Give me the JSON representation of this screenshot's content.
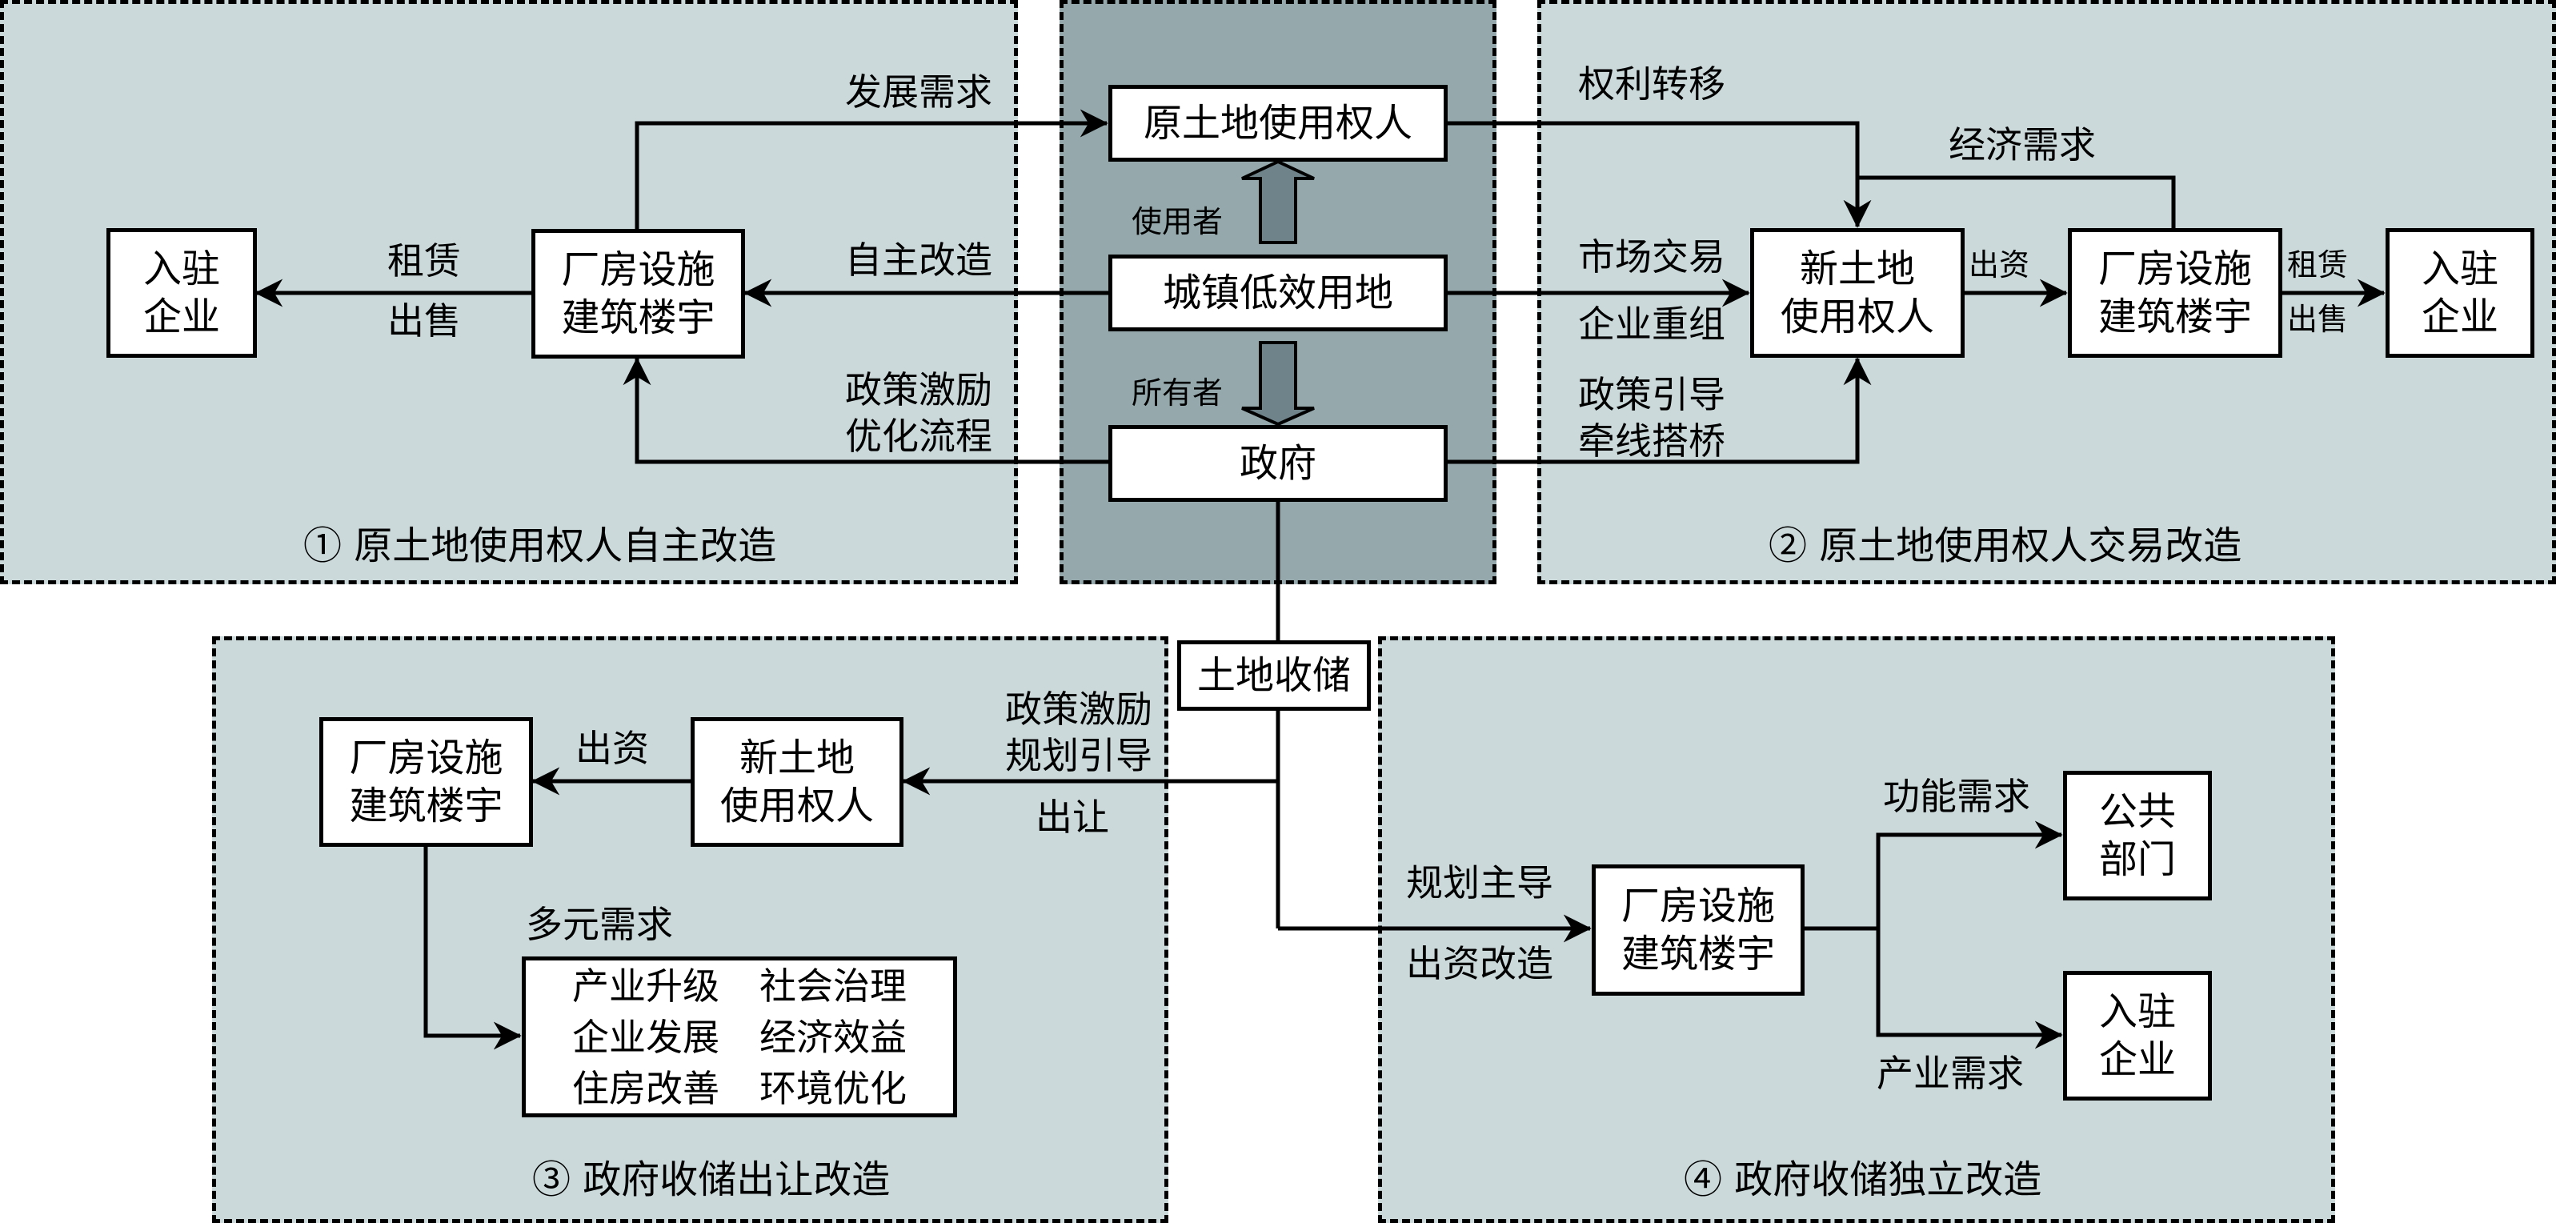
{
  "colors": {
    "panel_light": "#cbd9da",
    "panel_dark": "#95a9ad",
    "block_arrow": "#6e838a",
    "line": "#000000",
    "box_fill": "#ffffff"
  },
  "center": {
    "original_holder": "原土地使用权人",
    "low_efficiency_land": "城镇低效用地",
    "government": "政府",
    "user_label": "使用者",
    "owner_label": "所有者"
  },
  "land_reserve": "土地收储",
  "panel1": {
    "title": "① 原土地使用权人自主改造",
    "factory_box": "厂房设施\n建筑楼宇",
    "enterprise_box": "入驻\n企业",
    "edge_development_demand": "发展需求",
    "edge_self_renovation": "自主改造",
    "edge_policy": "政策激励\n优化流程",
    "edge_lease": "租赁",
    "edge_sale": "出售"
  },
  "panel2": {
    "title": "② 原土地使用权人交易改造",
    "new_holder_box": "新土地\n使用权人",
    "factory_box": "厂房设施\n建筑楼宇",
    "enterprise_box": "入驻\n企业",
    "edge_rights_transfer": "权利转移",
    "edge_economic_demand": "经济需求",
    "edge_market_trade": "市场交易",
    "edge_restructure": "企业重组",
    "edge_policy": "政策引导\n牵线搭桥",
    "edge_invest": "出资",
    "edge_lease": "租赁",
    "edge_sale": "出售"
  },
  "panel3": {
    "title": "③ 政府收储出让改造",
    "factory_box": "厂房设施\n建筑楼宇",
    "new_holder_box": "新土地\n使用权人",
    "edge_policy": "政策激励\n规划引导",
    "edge_transfer": "出让",
    "edge_invest": "出资",
    "needs_title": "多元需求",
    "needs": [
      "产业升级",
      "社会治理",
      "企业发展",
      "经济效益",
      "住房改善",
      "环境优化"
    ]
  },
  "panel4": {
    "title": "④ 政府收储独立改造",
    "factory_box": "厂房设施\n建筑楼宇",
    "public_box": "公共\n部门",
    "enterprise_box": "入驻\n企业",
    "edge_planning": "规划主导",
    "edge_invest": "出资改造",
    "edge_function_demand": "功能需求",
    "edge_industry_demand": "产业需求"
  }
}
